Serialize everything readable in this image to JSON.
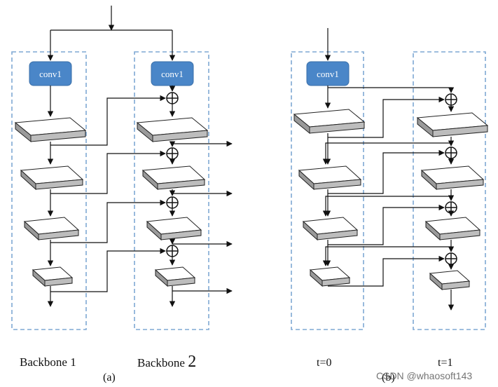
{
  "diagram": {
    "conv_label": "conv1",
    "colors": {
      "dashed_border": "#7fa8d4",
      "conv_fill": "#4a86c8",
      "conv_stroke": "#3a6fa8",
      "block_top": "#ffffff",
      "block_front": "#bdbdbd",
      "line": "#111111"
    },
    "labels": {
      "backbone1": "Backbone 1",
      "backbone2_text": "Backbone ",
      "backbone2_num": "2",
      "panel_a": "(a)",
      "t0": "t=0",
      "t1": "t=1",
      "panel_b": "(b)"
    },
    "watermark": "CSDN @whaosoft143"
  }
}
